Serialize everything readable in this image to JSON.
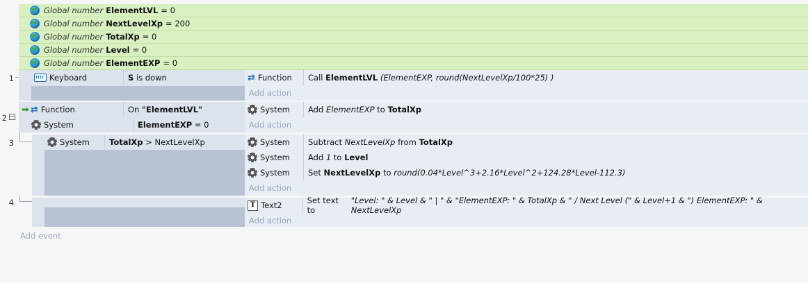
{
  "globals": [
    {
      "prefix": "Global number",
      "name": "ElementLVL",
      "value": "= 0"
    },
    {
      "prefix": "Global number",
      "name": "NextLevelXp",
      "value": "= 200"
    },
    {
      "prefix": "Global number",
      "name": "TotalXp",
      "value": "= 0"
    },
    {
      "prefix": "Global number",
      "name": "Level",
      "value": "= 0"
    },
    {
      "prefix": "Global number",
      "name": "ElementEXP",
      "value": "= 0"
    }
  ],
  "events": {
    "e1": {
      "num": "1",
      "cond": {
        "object": "Keyboard",
        "key": "S",
        "text": "is down"
      },
      "action": {
        "object": "Function",
        "verb": "Call",
        "name": "ElementLVL",
        "args": "(ElementEXP, round(NextLevelXp/100*25) )"
      }
    },
    "e2": {
      "num": "2",
      "cond1": {
        "object": "Function",
        "pre": "On",
        "name": "\"ElementLVL\""
      },
      "cond2": {
        "object": "System",
        "var": "ElementEXP",
        "op": "= 0"
      },
      "action": {
        "object": "System",
        "verb": "Add",
        "a": "ElementEXP",
        "mid": "to",
        "b": "TotalXp"
      }
    },
    "e3": {
      "num": "3",
      "cond": {
        "object": "System",
        "var": "TotalXp",
        "op": "> NextLevelXp"
      },
      "a1": {
        "object": "System",
        "verb": "Subtract",
        "a": "NextLevelXp",
        "mid": "from",
        "b": "TotalXp"
      },
      "a2": {
        "object": "System",
        "verb": "Add",
        "a": "1",
        "mid": "to",
        "b": "Level"
      },
      "a3": {
        "object": "System",
        "verb": "Set",
        "name": "NextLevelXp",
        "mid": "to",
        "expr": "round(0.04*Level^3+2.16*Level^2+124.28*Level-112.3)"
      }
    },
    "e4": {
      "num": "4",
      "action": {
        "object": "Text2",
        "verb": "Set text to",
        "expr": "\"Level: \" & Level & \" | \" & \"ElementEXP: \" & TotalXp & \" / Next Level (\" & Level+1 & \") ElementEXP: \" & NextLevelXp"
      }
    }
  },
  "add_action": "Add action",
  "add_event": "Add event",
  "collapse_glyph": "−",
  "text_icon_glyph": "T",
  "func_icon_glyph": "⇄",
  "arrow_icon_glyph": "➡"
}
